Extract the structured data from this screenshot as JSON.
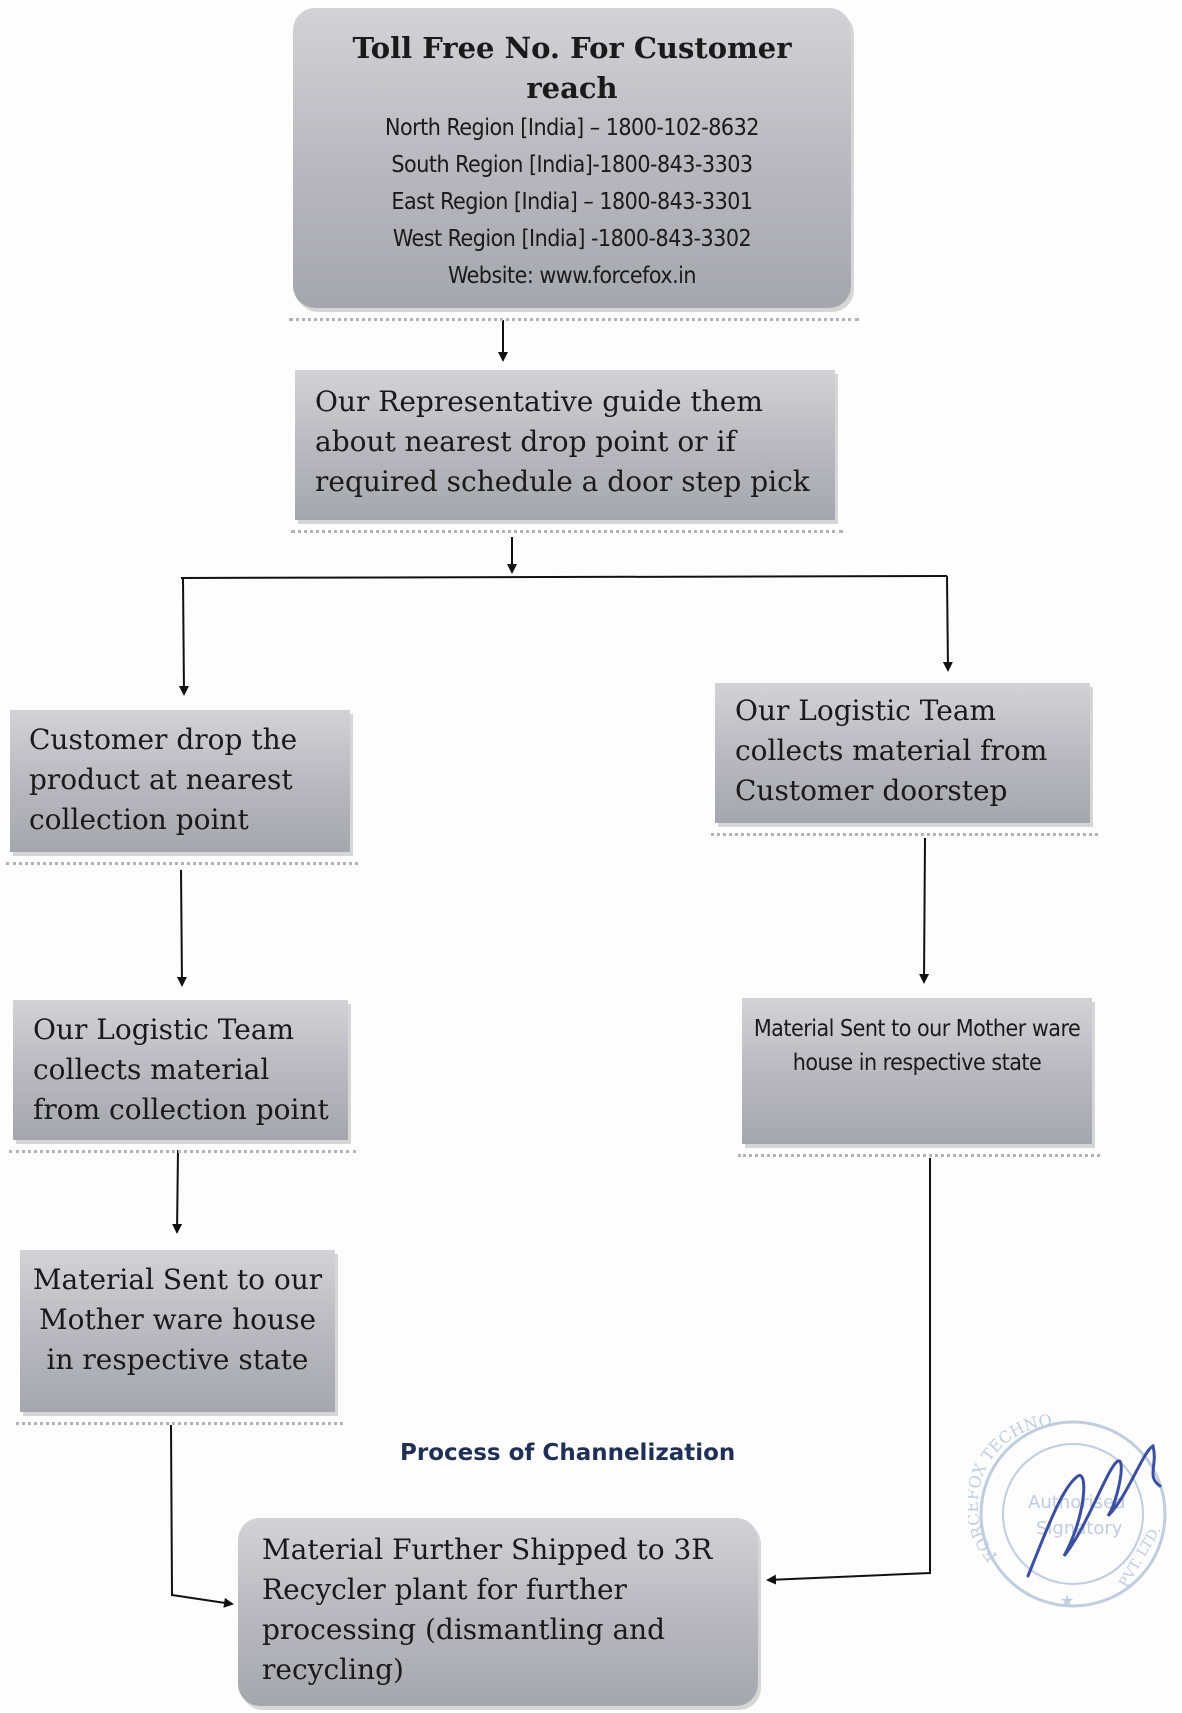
{
  "caption": "Process of Channelization",
  "contact_box": {
    "title_line1": "Toll Free No.  For Customer",
    "title_line2": "reach",
    "north": "North Region [India] – 1800-102-8632",
    "south": "South Region [India]-1800-843-3303",
    "east": "East Region [India] – 1800-843-3301",
    "west": "West Region [India] -1800-843-3302",
    "website": "Website: www.forcefox.in"
  },
  "steps": {
    "representative": [
      "Our Representative guide them",
      "about nearest drop point or if",
      "required schedule a door step pick"
    ],
    "customer_drop": [
      "Customer drop the",
      "product at nearest",
      "collection point"
    ],
    "logistic_doorstep": [
      "Our Logistic Team",
      "collects material from",
      "Customer doorstep"
    ],
    "logistic_collection": [
      "Our Logistic Team",
      "collects material",
      "from collection point"
    ],
    "mother_warehouse_left": [
      "Material Sent to our",
      "Mother ware house",
      "in respective state"
    ],
    "mother_warehouse_right": [
      "Material Sent to our Mother ware",
      "house in respective state"
    ],
    "recycler": [
      "Material Further Shipped to 3R",
      "Recycler plant for further",
      "processing (dismantling and",
      "recycling)"
    ]
  },
  "seal": {
    "text_top": "FORCEFOX TECHNO",
    "text_right": "PVT. LTD.",
    "text_center1": "Authorised",
    "text_center2": "Signatory"
  },
  "colors": {
    "box_top": "#d2d2d7",
    "box_bottom": "#a6a6ad",
    "arrow": "#111111",
    "caption": "#1f2f56",
    "seal": "#8fa6c9",
    "signature": "#3a4fa0"
  }
}
